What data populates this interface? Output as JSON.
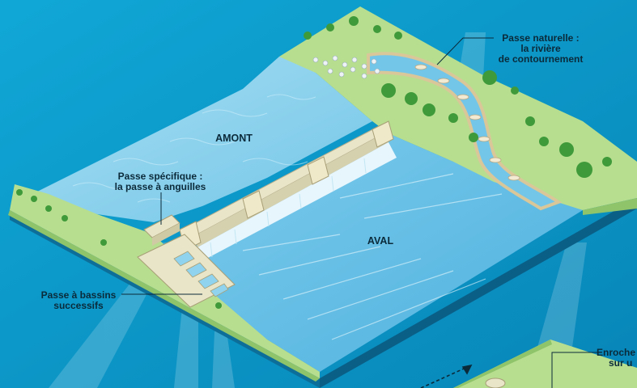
{
  "labels": {
    "amont": "AMONT",
    "aval": "AVAL",
    "passe_naturelle": [
      "Passe naturelle :",
      "la rivière",
      "de contournement"
    ],
    "passe_anguilles": [
      "Passe spécifique :",
      "la passe à anguilles"
    ],
    "passe_bassins": [
      "Passe à bassins",
      "successifs"
    ],
    "enrochement": [
      "Enroche",
      "sur u"
    ]
  },
  "colors": {
    "background": "#0a9fcf",
    "water_upstream": "#8fd3ee",
    "water_downstream": "#66c0e4",
    "land": "#b7de8f",
    "tree": "#3f9a3a",
    "dam": "#e9e5c8",
    "label_text": "#0b2a3a"
  },
  "icons": [
    "tree-icon",
    "arrow-icon"
  ]
}
